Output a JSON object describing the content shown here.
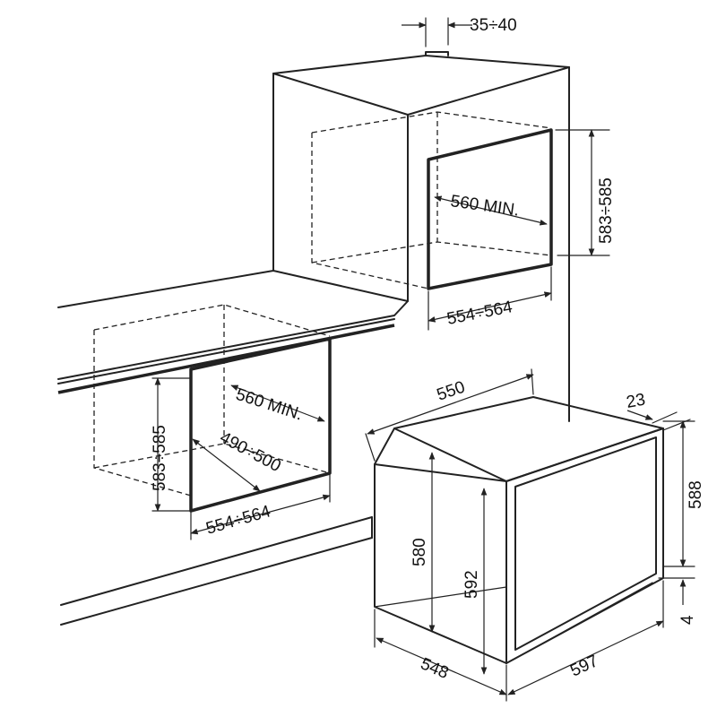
{
  "dimensions": {
    "top_gap": "35÷40",
    "upper_niche_height": "583÷585",
    "upper_niche_depth_min": "560 MIN.",
    "upper_niche_width": "554÷564",
    "lower_niche_depth_min": "560 MIN.",
    "lower_niche_height": "583÷585",
    "lower_niche_inner_depth": "490÷500",
    "lower_niche_width": "554÷564",
    "oven_depth_top": "550",
    "oven_door_thickness": "23",
    "oven_front_height": "588",
    "oven_body_height": "580",
    "oven_overall_height": "592",
    "oven_bottom_offset": "4",
    "oven_depth_bottom": "548",
    "oven_width": "597"
  }
}
